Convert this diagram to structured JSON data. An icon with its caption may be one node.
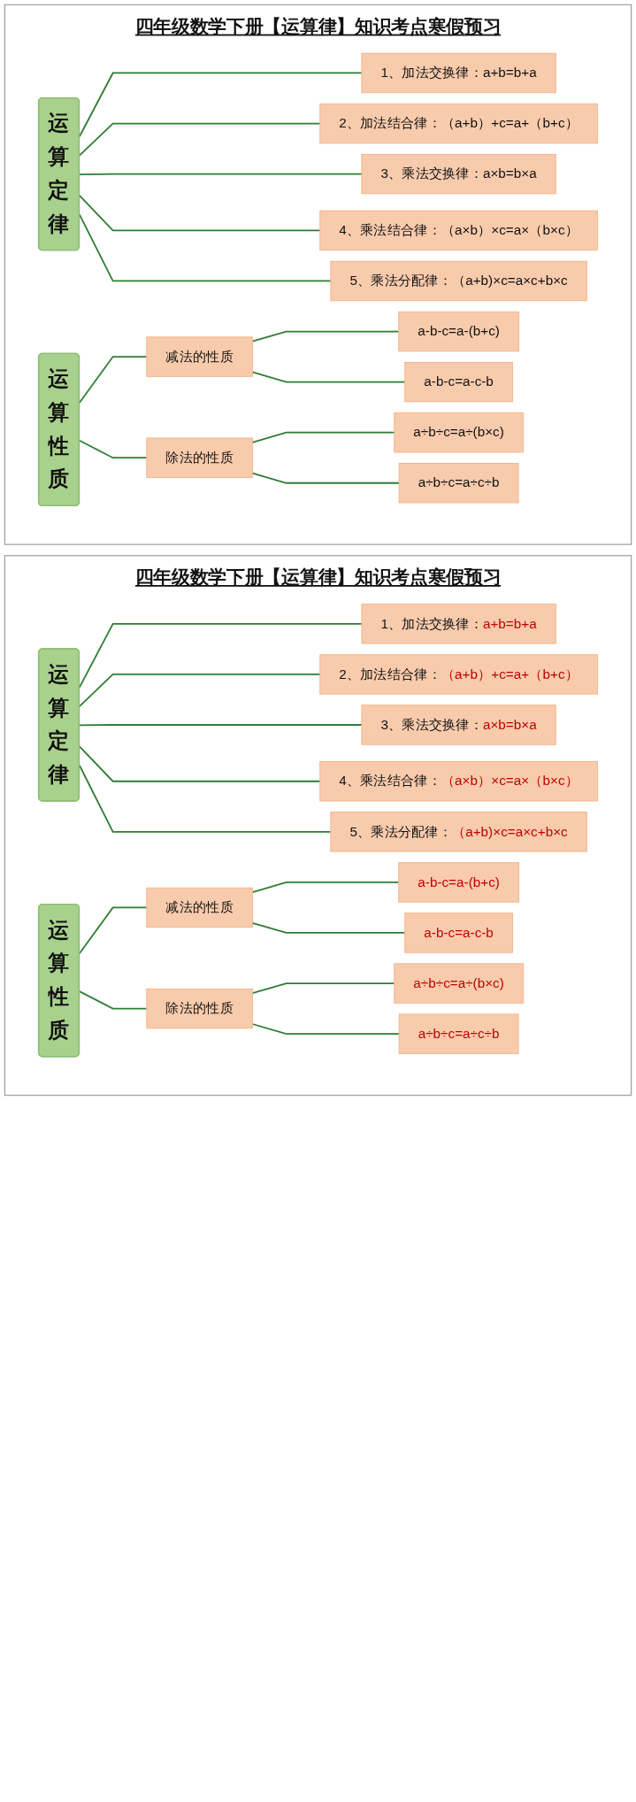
{
  "diagram": {
    "nodes": [
      {
        "text": [
          "四年级数学下册【运算律】知识考点寒假预习"
        ]
      },
      {
        "text": [
          "运算定律"
        ],
        "in": 0
      },
      {
        "text": [
          "1、加法交换律：",
          "a+b=b+a"
        ],
        "in": 0
      },
      {
        "text": [
          "2、加法结合律：",
          "（a+b）+c=a+（b+c）"
        ],
        "in": 0
      },
      {
        "text": [
          "3、乘法交换律：",
          "a×b=b×a"
        ],
        "in": 0
      },
      {
        "text": [
          "4、乘法结合律：",
          "（a×b）×c=a×（b×c）"
        ],
        "in": 0
      },
      {
        "text": [
          "5、乘法分配律：",
          "（a+b)×c=a×c+b×c"
        ],
        "in": 0
      },
      {
        "text": [
          "运算性质"
        ],
        "in": 0
      },
      {
        "text": [
          "减法的性质"
        ],
        "in": 0
      },
      {
        "text": [
          "a-b-c=a-(b+c)"
        ],
        "in": 0
      },
      {
        "text": [
          "a-b-c=a-c-b"
        ],
        "in": 0
      },
      {
        "text": [
          "除法的性质"
        ],
        "in": 0
      },
      {
        "text": [
          "a÷b÷c=a÷(b×c)"
        ],
        "in": 0
      },
      {
        "text": [
          "a÷b÷c=a÷c÷b"
        ],
        "in": 0
      },
      {
        "text": [
          "四年级数学下册【运算律】知识考点寒假预习"
        ]
      },
      {
        "text": [
          "运算定律"
        ],
        "in": 14
      },
      {
        "text": [
          "1、加法交换律：",
          "a+b=b+a"
        ],
        "in": 14
      },
      {
        "text": [
          "2、加法结合律：",
          "（a+b）+c=a+（b+c）"
        ],
        "in": 14
      },
      {
        "text": [
          "3、乘法交换律：",
          "a×b=b×a"
        ],
        "in": 14
      },
      {
        "text": [
          "4、乘法结合律：",
          "（a×b）×c=a×（b×c）"
        ],
        "in": 14
      },
      {
        "text": [
          "5、乘法分配律：",
          "（a+b)×c=a×c+b×c"
        ],
        "in": 14
      },
      {
        "text": [
          "运算性质"
        ],
        "in": 14
      },
      {
        "text": [
          "减法的性质"
        ],
        "in": 14
      },
      {
        "text": [
          "a-b-c=a-(b+c)"
        ],
        "in": 14
      },
      {
        "text": [
          "a-b-c=a-c-b"
        ],
        "in": 14
      },
      {
        "text": [
          "除法的性质"
        ],
        "in": 14
      },
      {
        "text": [
          "a÷b÷c=a÷(b×c)"
        ],
        "in": 14
      },
      {
        "text": [
          "a÷b÷c=a÷c÷b"
        ],
        "in": 14
      }
    ],
    "edges": [
      {
        "from": 1,
        "to": 2,
        "arrow": "none"
      },
      {
        "from": 1,
        "to": 3,
        "arrow": "none"
      },
      {
        "from": 1,
        "to": 4,
        "arrow": "none"
      },
      {
        "from": 1,
        "to": 5,
        "arrow": "none"
      },
      {
        "from": 1,
        "to": 6,
        "arrow": "none"
      },
      {
        "from": 7,
        "to": 8,
        "arrow": "none"
      },
      {
        "from": 7,
        "to": 11,
        "arrow": "none"
      },
      {
        "from": 8,
        "to": 9,
        "arrow": "none"
      },
      {
        "from": 8,
        "to": 10,
        "arrow": "none"
      },
      {
        "from": 11,
        "to": 12,
        "arrow": "none"
      },
      {
        "from": 11,
        "to": 13,
        "arrow": "none"
      },
      {
        "from": 15,
        "to": 16,
        "arrow": "none"
      },
      {
        "from": 15,
        "to": 17,
        "arrow": "none"
      },
      {
        "from": 15,
        "to": 18,
        "arrow": "none"
      },
      {
        "from": 15,
        "to": 19,
        "arrow": "none"
      },
      {
        "from": 15,
        "to": 20,
        "arrow": "none"
      },
      {
        "from": 21,
        "to": 22,
        "arrow": "none"
      },
      {
        "from": 21,
        "to": 25,
        "arrow": "none"
      },
      {
        "from": 22,
        "to": 23,
        "arrow": "none"
      },
      {
        "from": 22,
        "to": 24,
        "arrow": "none"
      },
      {
        "from": 25,
        "to": 26,
        "arrow": "none"
      },
      {
        "from": 25,
        "to": 27,
        "arrow": "none"
      }
    ]
  }
}
